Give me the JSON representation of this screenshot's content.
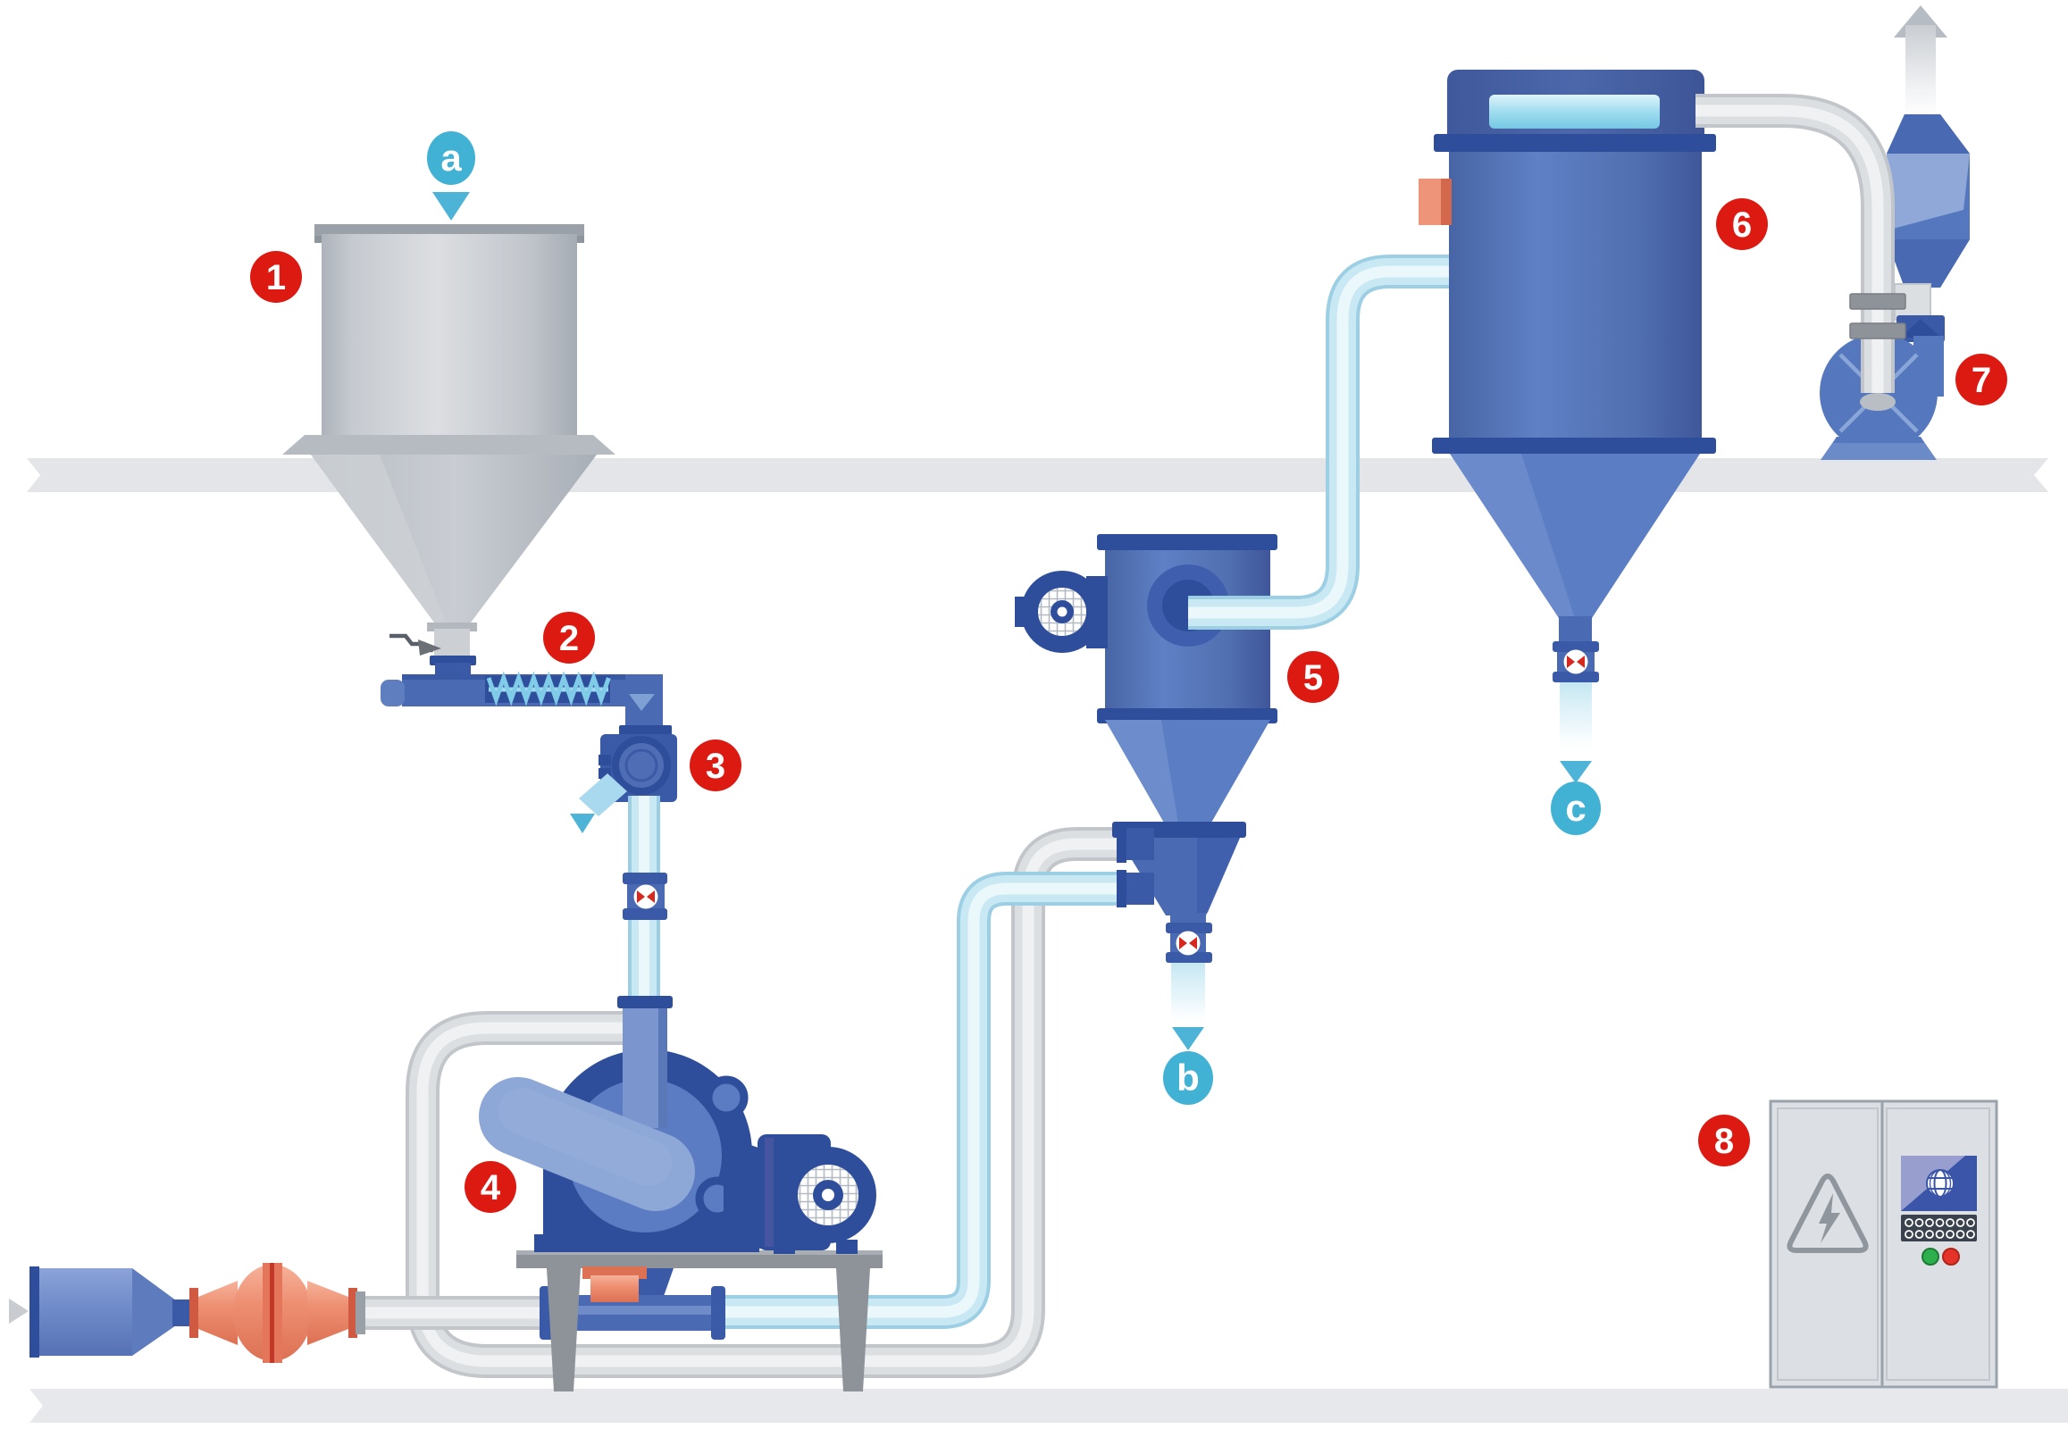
{
  "diagram": {
    "type": "process-flow-diagram",
    "component_markers": {
      "n1": "1",
      "n2": "2",
      "n3": "3",
      "n4": "4",
      "n5": "5",
      "n6": "6",
      "n7": "7",
      "n8": "8"
    },
    "flow_markers": {
      "a": "a",
      "b": "b",
      "c": "c"
    }
  },
  "colors": {
    "marker_red": "#dd1a12",
    "marker_cyan": "#41b1d4",
    "machine_blue_dark": "#2e4e9b",
    "machine_blue": "#4a6ab3",
    "machine_blue_light": "#8da7d6",
    "pipe_gray": "#dcdfe2",
    "pipe_cyan": "#c8e8f3",
    "orange_accent": "#ee9075",
    "floor_gray": "#e3e5e9",
    "indicator_green": "#2eaf4e",
    "indicator_red": "#e6332a"
  },
  "icons": {
    "flow-in-arrow": "▼",
    "product-out-arrow": "▼",
    "exhaust-arrow": "▲",
    "feed-direction-arrow": "▶",
    "warning-triangle": "⚠",
    "globe": "🌐",
    "butterfly-valve": "◂▸"
  }
}
